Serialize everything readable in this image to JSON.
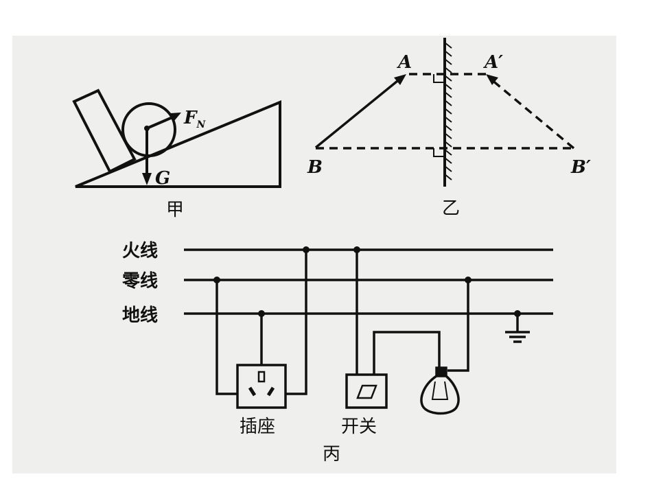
{
  "figure_jia": {
    "caption": "甲",
    "force_normal_label": "F",
    "force_normal_subscript": "N",
    "gravity_label": "G"
  },
  "figure_yi": {
    "caption": "乙",
    "point_a": "A",
    "point_b": "B",
    "point_a_image": "A′",
    "point_b_image": "B′"
  },
  "figure_bing": {
    "caption": "丙",
    "live_wire_label": "火线",
    "neutral_wire_label": "零线",
    "ground_wire_label": "地线",
    "socket_label": "插座",
    "switch_label": "开关"
  }
}
